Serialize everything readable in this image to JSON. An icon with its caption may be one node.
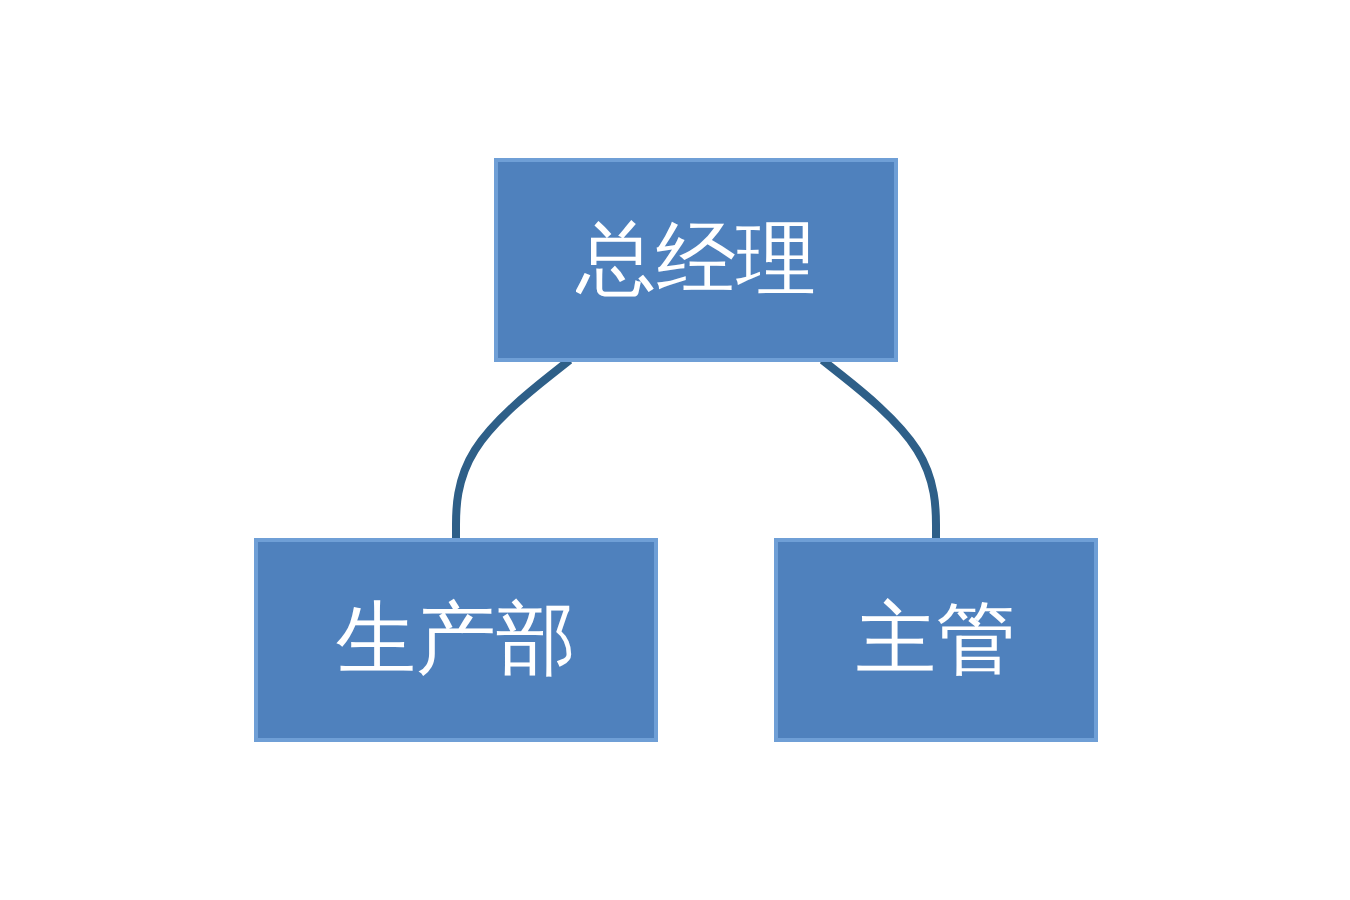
{
  "diagram": {
    "nodes": [
      {
        "text": [
          "总经理"
        ]
      },
      {
        "text": [
          "主管"
        ]
      },
      {
        "text": [
          "生产部"
        ]
      }
    ],
    "edges": [
      {
        "from": 0,
        "to": 2,
        "arrow": "none"
      },
      {
        "from": 0,
        "to": 1,
        "arrow": "none"
      }
    ]
  }
}
